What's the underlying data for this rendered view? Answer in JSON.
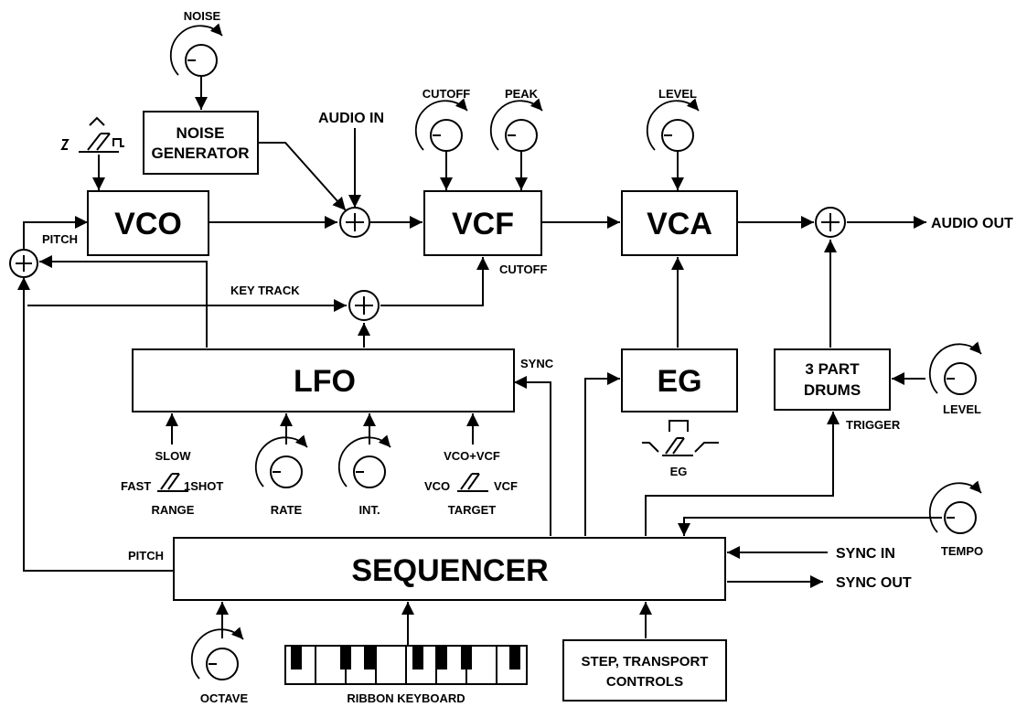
{
  "blocks": {
    "vco": "VCO",
    "vcf": "VCF",
    "vca": "VCA",
    "lfo": "LFO",
    "eg": "EG",
    "sequencer": "SEQUENCER",
    "noise_generator": [
      "NOISE",
      "GENERATOR"
    ],
    "drums": [
      "3 PART",
      "DRUMS"
    ],
    "step_controls": [
      "STEP, TRANSPORT",
      "CONTROLS"
    ]
  },
  "labels": {
    "noise": "NOISE",
    "audio_in": "AUDIO IN",
    "cutoff_knob": "CUTOFF",
    "peak": "PEAK",
    "level_vca": "LEVEL",
    "audio_out": "AUDIO OUT",
    "pitch_vco": "PITCH",
    "cutoff_input": "CUTOFF",
    "key_track": "KEY TRACK",
    "sync": "SYNC",
    "level_drums": "LEVEL",
    "trigger": "TRIGGER",
    "eg_switch": "EG",
    "slow": "SLOW",
    "fast": "FAST",
    "oneshot": "1SHOT",
    "range": "RANGE",
    "rate": "RATE",
    "int": "INT.",
    "vco_vcf": "VCO+VCF",
    "vco": "VCO",
    "vcf": "VCF",
    "target": "TARGET",
    "tempo": "TEMPO",
    "sync_in": "SYNC IN",
    "sync_out": "SYNC OUT",
    "pitch_seq": "PITCH",
    "octave": "OCTAVE",
    "ribbon_keyboard": "RIBBON KEYBOARD"
  }
}
